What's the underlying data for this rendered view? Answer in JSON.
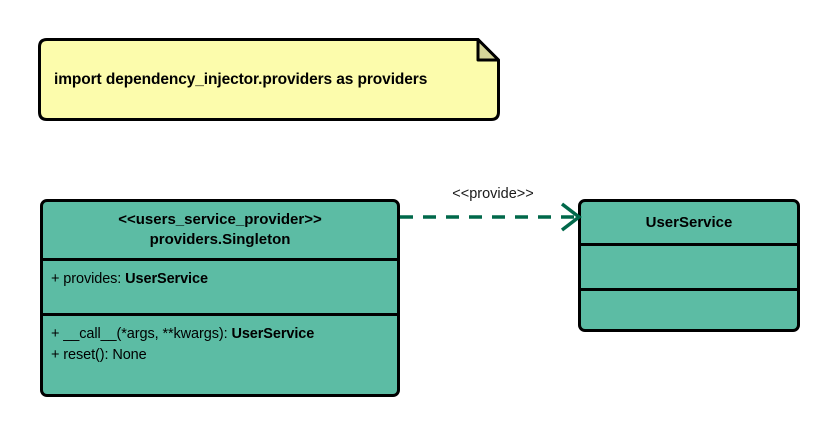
{
  "diagram": {
    "type": "uml-class-diagram",
    "background_color": "#ffffff",
    "palette": {
      "note_fill": "#FCFCAC",
      "note_fold": "#D6D69A",
      "class_fill": "#5CBCA4",
      "stroke": "#000000",
      "edge_color": "#00684A",
      "text": "#000000"
    }
  },
  "note": {
    "text": "import dependency_injector.providers as providers",
    "fill": "#FCFCAC"
  },
  "classes": [
    {
      "id": "users_service_provider",
      "stereotype": "<<users_service_provider>>",
      "name": "providers.Singleton",
      "attributes": [
        {
          "visibility": "+",
          "text": "+ provides: ",
          "type": "UserService"
        }
      ],
      "methods": [
        {
          "visibility": "+",
          "text": "+ __call__(*args, **kwargs): ",
          "type": "UserService"
        },
        {
          "visibility": "+",
          "text": "+ reset(): None",
          "type": ""
        }
      ]
    },
    {
      "id": "user_service",
      "name": "UserService",
      "attributes": [],
      "methods": []
    }
  ],
  "relationships": [
    {
      "id": "provide-dependency",
      "label": "<<provide>>",
      "style": "dashed",
      "arrowhead": "open",
      "from": "users_service_provider",
      "to": "user_service",
      "color": "#00684A"
    }
  ]
}
